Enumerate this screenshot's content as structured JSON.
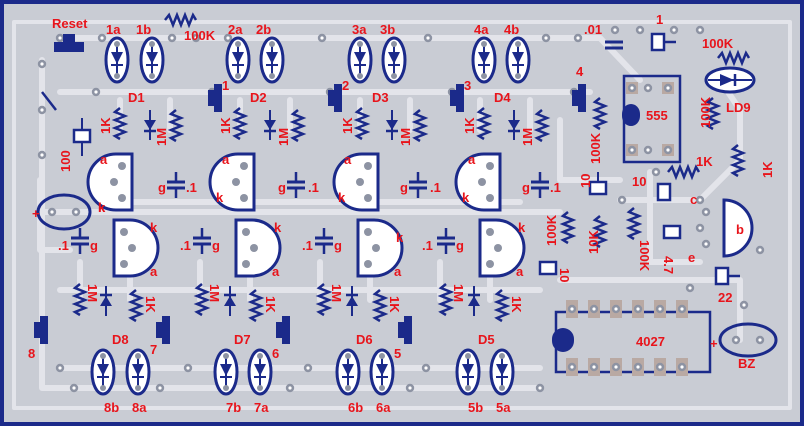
{
  "colors": {
    "frame": "#1b2a8a",
    "board": "#c9ccd4",
    "trace": "#e3e4ea",
    "pad": "#8d93a3",
    "component": "#1b2a8a",
    "label": "#e8141b",
    "chip_pad": "#b9a9a3"
  },
  "labels": {
    "reset": "Reset",
    "r_top": "100K",
    "led_1a": "1a",
    "led_1b": "1b",
    "led_2a": "2a",
    "led_2b": "2b",
    "led_3a": "3a",
    "led_3b": "3b",
    "led_4a": "4a",
    "led_4b": "4b",
    "cap_top": ".01",
    "btn_top": "1",
    "r_right_top": "100K",
    "ld9": "LD9",
    "d1": "D1",
    "d2": "D2",
    "d3": "D3",
    "d4": "D4",
    "sw1": "1",
    "sw2": "2",
    "sw3": "3",
    "sw4": "4",
    "k1": "1K",
    "m1": "1M",
    "ic555": "555",
    "r_555_left": "100K",
    "r_555_right": "100K",
    "c100": "100",
    "a": "a",
    "k": "k",
    "g": "g",
    "c01": ".1",
    "c10": "10",
    "r1k_a": "1K",
    "r1k_b": "1K",
    "t_c": "c",
    "t_b": "b",
    "t_e": "e",
    "r_100k_mid": "100K",
    "r_10k": "10K",
    "r_100k_right": "100K",
    "c47": "4.7",
    "c22": "22",
    "ic4027": "4027",
    "bz": "BZ",
    "plus": "+",
    "d5": "D5",
    "d6": "D6",
    "d7": "D7",
    "d8": "D8",
    "sw5": "5",
    "sw6": "6",
    "sw7": "7",
    "sw8": "8",
    "led_5a": "5a",
    "led_5b": "5b",
    "led_6a": "6a",
    "led_6b": "6b",
    "led_7a": "7a",
    "led_7b": "7b",
    "led_8a": "8a",
    "led_8b": "8b"
  }
}
